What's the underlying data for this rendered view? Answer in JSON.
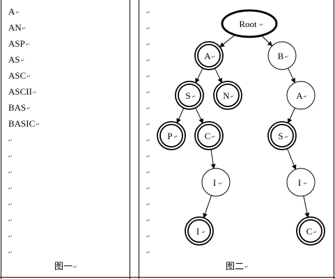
{
  "panel_one": {
    "words": [
      "A",
      "AN",
      "ASP",
      "AS",
      "ASC",
      "ASCII",
      "BAS",
      "BASIC"
    ],
    "empty_lines": 8,
    "caption": "图一"
  },
  "panel_two": {
    "empty_lines": 16,
    "caption": "图二",
    "nodes": [
      {
        "id": "root",
        "label": "Root",
        "style": "bold"
      },
      {
        "id": "a1",
        "label": "A",
        "style": "double"
      },
      {
        "id": "b",
        "label": "B",
        "style": "single"
      },
      {
        "id": "s1",
        "label": "S",
        "style": "double"
      },
      {
        "id": "n",
        "label": "N",
        "style": "double"
      },
      {
        "id": "a2",
        "label": "A",
        "style": "single"
      },
      {
        "id": "p",
        "label": "P",
        "style": "double"
      },
      {
        "id": "c1",
        "label": "C",
        "style": "double"
      },
      {
        "id": "s2",
        "label": "S",
        "style": "double"
      },
      {
        "id": "i1",
        "label": "I",
        "style": "single"
      },
      {
        "id": "i2",
        "label": "I",
        "style": "single"
      },
      {
        "id": "i3",
        "label": "I",
        "style": "double"
      },
      {
        "id": "c2",
        "label": "C",
        "style": "double"
      }
    ],
    "edges": [
      [
        "root",
        "a1"
      ],
      [
        "root",
        "b"
      ],
      [
        "a1",
        "s1"
      ],
      [
        "a1",
        "n"
      ],
      [
        "b",
        "a2"
      ],
      [
        "s1",
        "p"
      ],
      [
        "s1",
        "c1"
      ],
      [
        "a2",
        "s2"
      ],
      [
        "c1",
        "i1"
      ],
      [
        "s2",
        "i2"
      ],
      [
        "i1",
        "i3"
      ],
      [
        "i2",
        "c2"
      ]
    ]
  },
  "paragraph_mark": "↵"
}
